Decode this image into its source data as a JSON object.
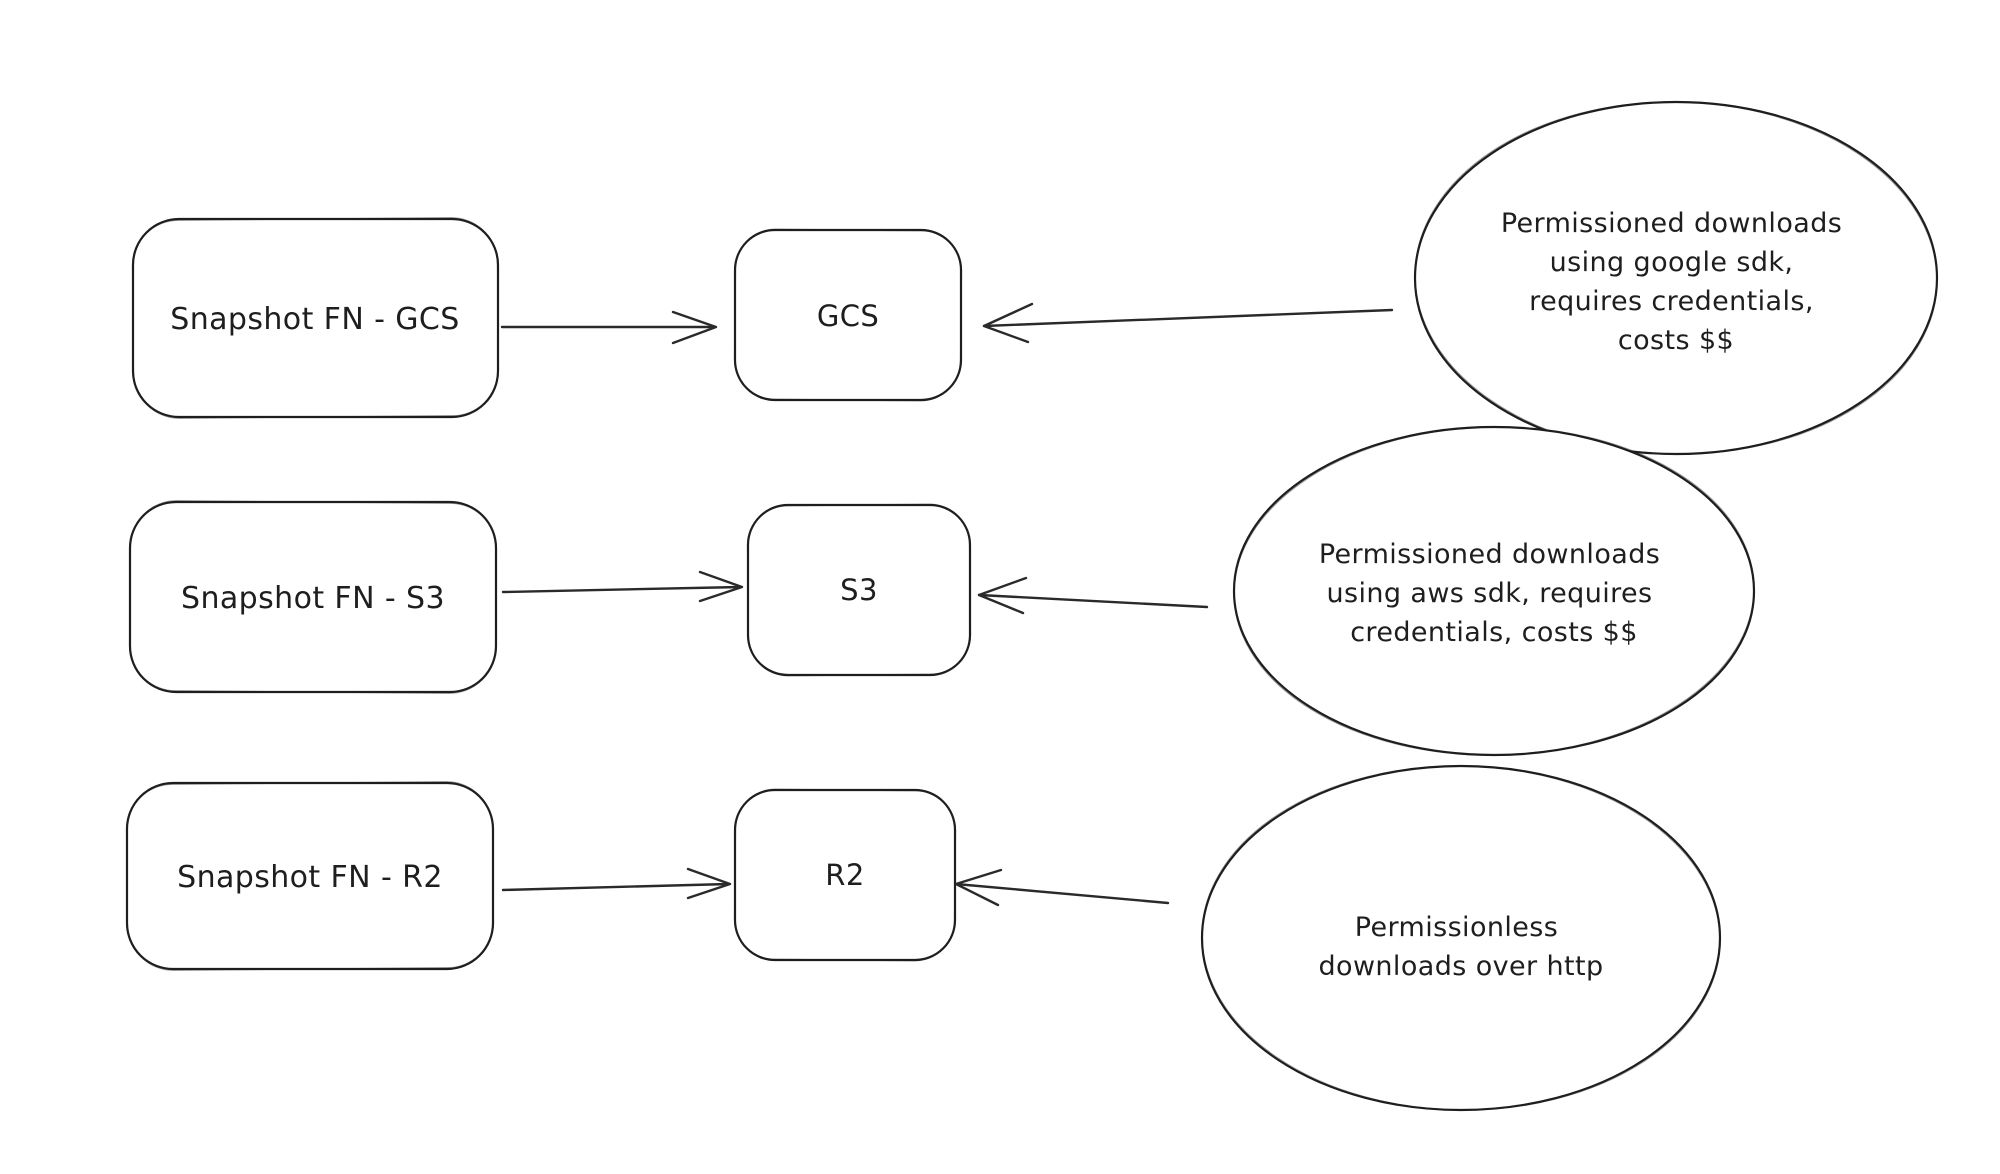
{
  "diagram": {
    "background_color": "#ffffff",
    "stroke_color": "#1e1e1e",
    "text_color": "#1e1e1e",
    "rows": [
      {
        "source": "Snapshot FN - GCS",
        "target": "GCS",
        "note_lines": [
          "Permissioned downloads",
          "using google sdk,",
          "requires credentials,",
          "costs $$"
        ]
      },
      {
        "source": "Snapshot FN - S3",
        "target": "S3",
        "note_lines": [
          "Permissioned downloads",
          "using aws sdk, requires",
          "credentials, costs $$"
        ]
      },
      {
        "source": "Snapshot FN - R2",
        "target": "R2",
        "note_lines": [
          "Permissionless",
          "downloads over http"
        ]
      }
    ]
  }
}
